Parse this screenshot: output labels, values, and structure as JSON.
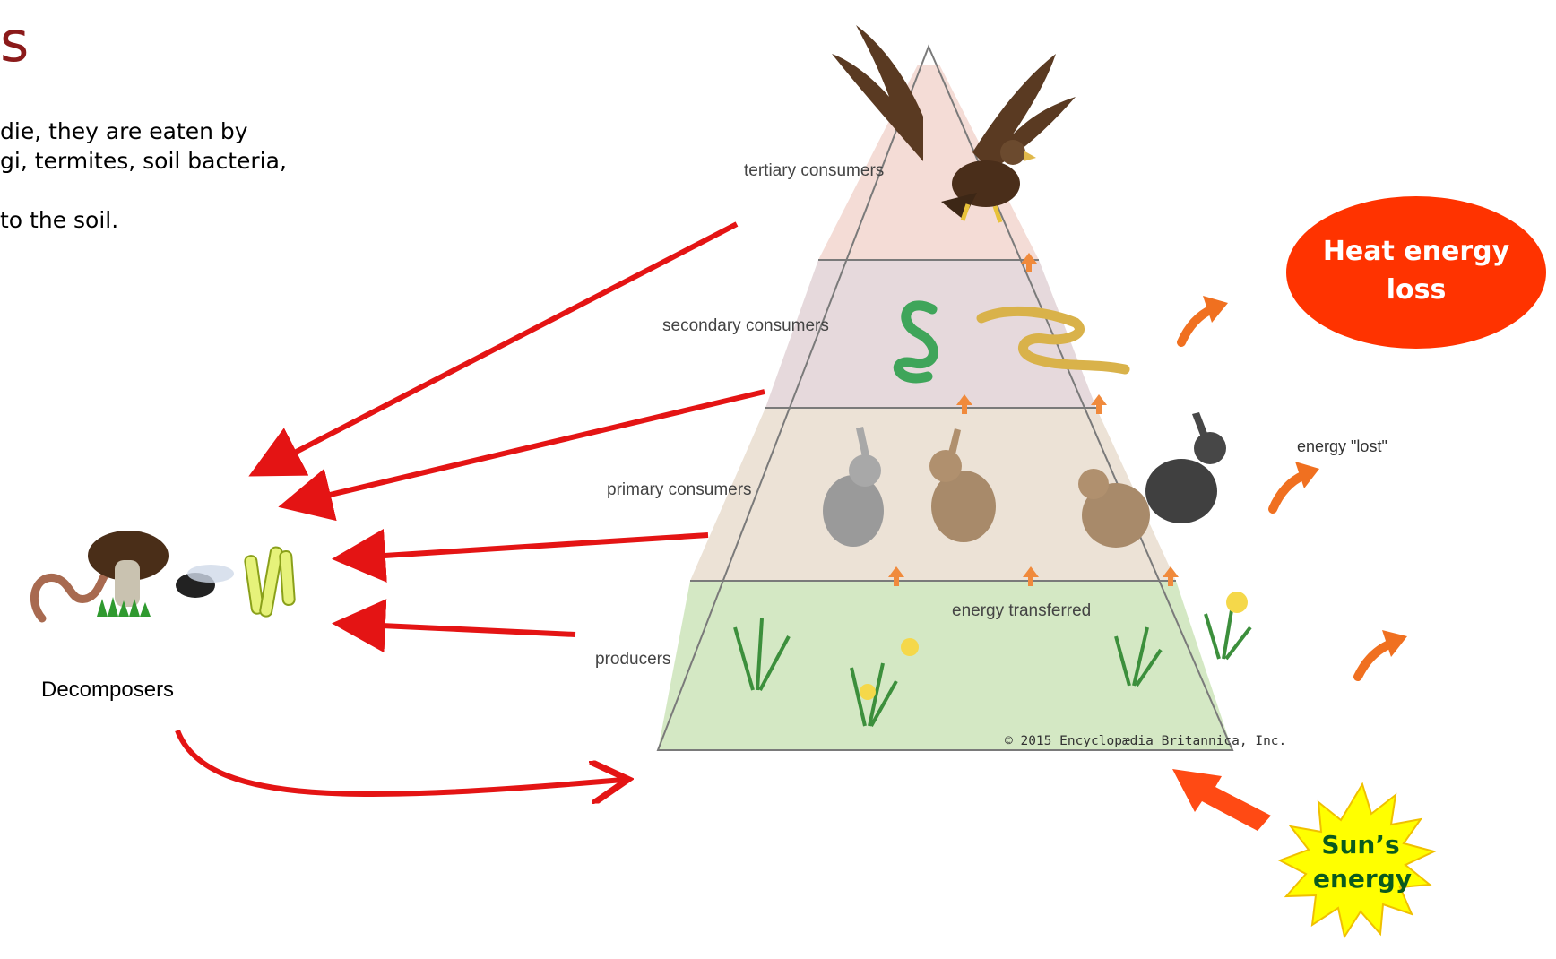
{
  "title_fragment": "s",
  "body_lines": [
    "die, they are eaten by",
    "gi, termites, soil bacteria,",
    "to the soil."
  ],
  "decomposers_label": "Decomposers",
  "pyramid": {
    "levels": [
      {
        "label": "tertiary consumers"
      },
      {
        "label": "secondary consumers"
      },
      {
        "label": "primary consumers"
      },
      {
        "label": "producers"
      }
    ],
    "energy_lost": "energy \"lost\"",
    "energy_transferred": "energy transferred",
    "credit": "© 2015 Encyclopædia Britannica, Inc."
  },
  "heat_callout": {
    "line1": "Heat energy",
    "line2": "loss"
  },
  "sun": {
    "line1": "Sun’s",
    "line2": "energy"
  },
  "colors": {
    "title": "#8b1a1a",
    "arrows": "#e41414",
    "heat_ellipse": "#ff3300",
    "sun_fill": "#ffff00",
    "sun_text": "#0a5a1e",
    "tier_tertiary": "#f4dcd6",
    "tier_secondary": "#e6d9dc",
    "tier_primary": "#ece2d6",
    "tier_producers": "#d4e8c4",
    "loss_arrow": "#f07020",
    "transfer_arrow": "#f08a3c"
  }
}
